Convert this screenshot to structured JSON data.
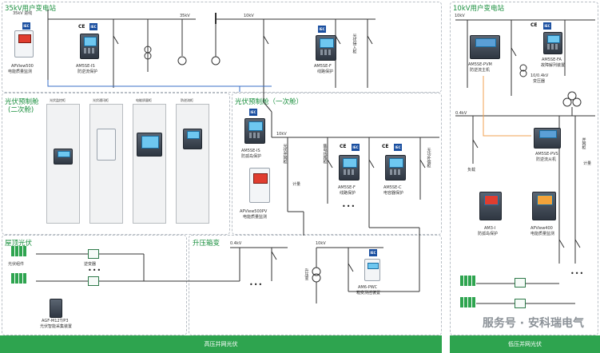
{
  "sections": {
    "s35kv": "35kV用户变电站",
    "s10kv": "10kV用户变电站",
    "pv_cabin2": "光伏预制舱\n(二次舱)",
    "pv_cabin1": "光伏预制舱（一次舱）",
    "rooftop": "屋顶光伏",
    "booster": "升压箱变"
  },
  "bus_labels": {
    "in35": "35kV 进线",
    "b35": "35kV",
    "b10a": "10kV",
    "b10b": "10kV",
    "b10c": "10kV",
    "b04a": "0.4kV",
    "b04b": "0.4kV",
    "b10d": "10kV"
  },
  "devices": {
    "apview500": {
      "name": "APView500",
      "desc": "电能质量监测"
    },
    "am5se_is_top": {
      "name": "AM5SE-IS",
      "desc": "防逆流保护"
    },
    "am5se_f_top": {
      "name": "AM5SE-F",
      "desc": "线路保护"
    },
    "pv_in_cab": "光伏接入柜",
    "am5se_is_mid": {
      "name": "AM5SE-IS",
      "desc": "防孤岛保护"
    },
    "apview500pv": {
      "name": "APView500PV",
      "desc": "电能质量监测"
    },
    "pv_grid_cab": "光伏并网柜",
    "collect_cab": "集电线路柜",
    "am5se_f_mid": {
      "name": "AM5SE-F",
      "desc": "线路保护"
    },
    "am5se_c": {
      "name": "AM5SE-C",
      "desc": "电容器保护"
    },
    "svg_cab": "无功补偿柜",
    "meter": "计量",
    "pv_module": "光伏组件",
    "inverter": "逆变器",
    "agf": {
      "name": "AGF-M12T/P3",
      "desc": "光伏智能采集装置"
    },
    "box_trans": "升压变",
    "am6_pwc": {
      "name": "AM6-PWC",
      "desc": "箱变测控装置"
    },
    "am5se_pvm": {
      "name": "AM5SE-PVM",
      "desc": "防逆流主机"
    },
    "am5se_fa": {
      "name": "AM5SE-FA",
      "desc": "故障解列装置"
    },
    "transformer": {
      "name": "10/0.4kV",
      "desc": "变压器"
    },
    "am5se_pvs": {
      "name": "AM5SE-PVS",
      "desc": "防逆流从机"
    },
    "load": "负载",
    "grid_cab": "并网柜",
    "am3_i": {
      "name": "AM3-I",
      "desc": "防孤岛保护"
    },
    "apview400": {
      "name": "APView400",
      "desc": "电能质量监测"
    }
  },
  "cabinet_labels": [
    "光伏监控柜",
    "光伏通讯柜",
    "电能质量柜",
    "防逆流柜"
  ],
  "badge_ce": "CE",
  "badge_iec": "IEC",
  "footer": {
    "left": "高压并网光伏",
    "right": "低压并网光伏"
  },
  "watermark": "服务号 · 安科瑞电气",
  "colors": {
    "accent": "#2ea44f",
    "line": "#333333",
    "blue_line": "#3a6fc7",
    "orange_line": "#f0a050"
  }
}
